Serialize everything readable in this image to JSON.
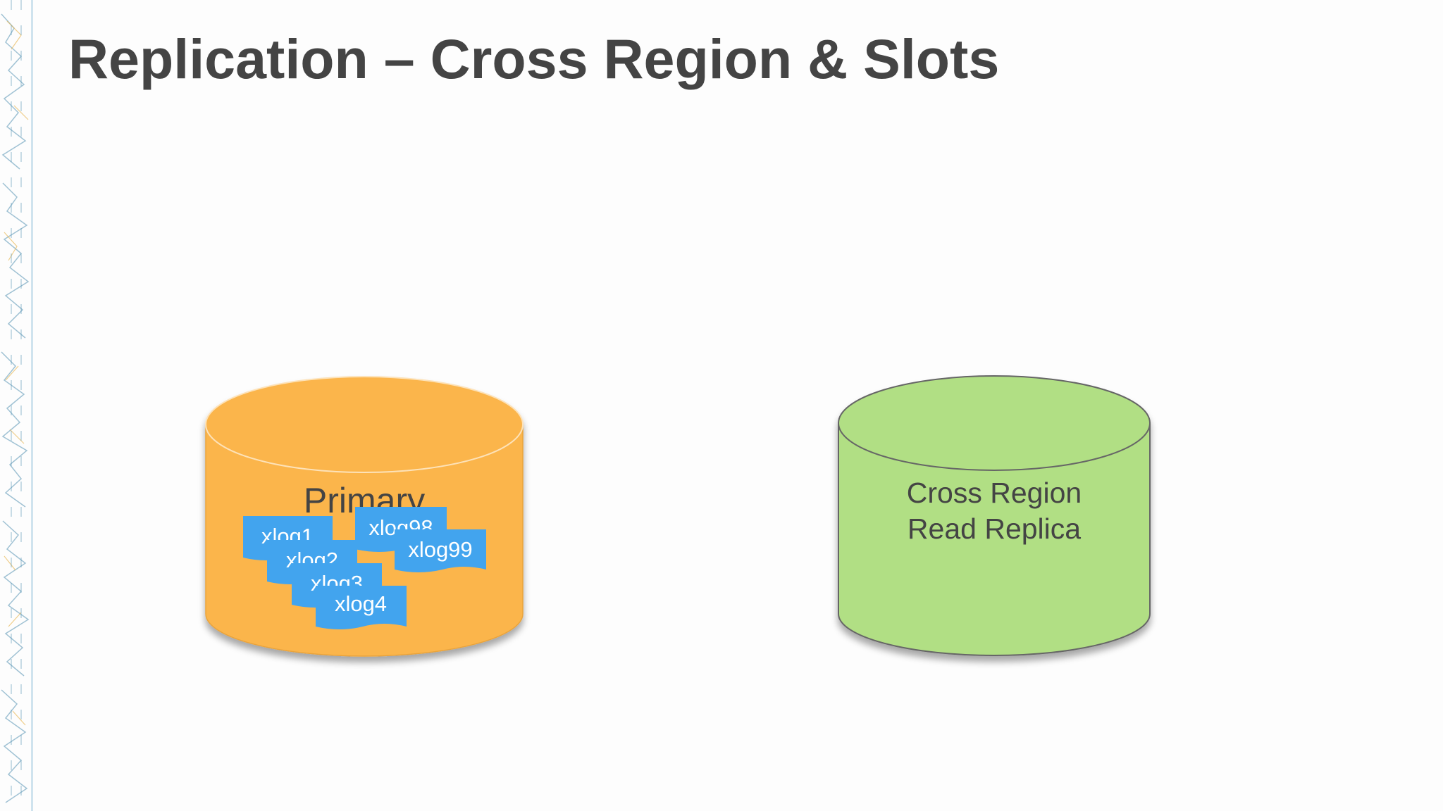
{
  "slide": {
    "title": "Replication – Cross Region & Slots"
  },
  "primary_db": {
    "label": "Primary",
    "color": "#fbb54c",
    "xlogs_left": [
      "xlog1",
      "xlog2",
      "xlog3",
      "xlog4"
    ],
    "xlogs_right": [
      "xlog98",
      "xlog99"
    ]
  },
  "replica_db": {
    "label_line1": "Cross Region",
    "label_line2": "Read Replica",
    "color": "#b1df84"
  },
  "colors": {
    "xlog_doc": "#42a4ee",
    "title": "#444444"
  }
}
